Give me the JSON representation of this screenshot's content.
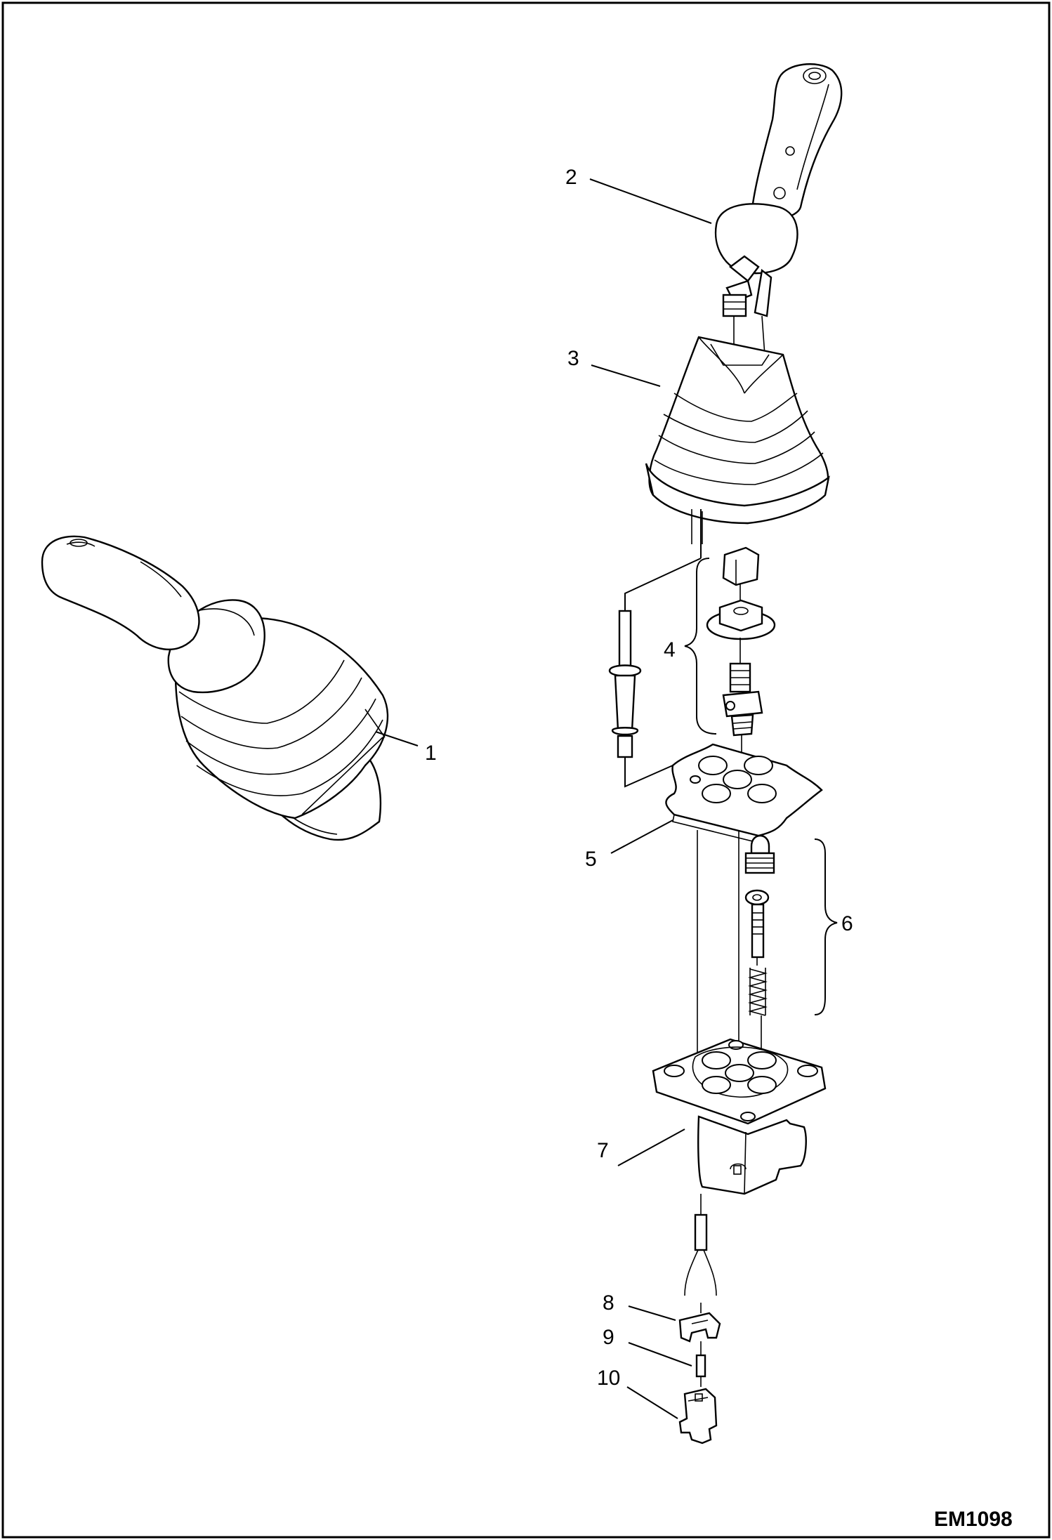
{
  "diagram": {
    "drawing_code": "EM1098",
    "callouts": [
      {
        "id": "c1",
        "label": "1"
      },
      {
        "id": "c2",
        "label": "2"
      },
      {
        "id": "c3",
        "label": "3"
      },
      {
        "id": "c4",
        "label": "4"
      },
      {
        "id": "c5",
        "label": "5"
      },
      {
        "id": "c6",
        "label": "6"
      },
      {
        "id": "c7",
        "label": "7"
      },
      {
        "id": "c8",
        "label": "8"
      },
      {
        "id": "c9",
        "label": "9"
      },
      {
        "id": "c10",
        "label": "10"
      }
    ]
  }
}
